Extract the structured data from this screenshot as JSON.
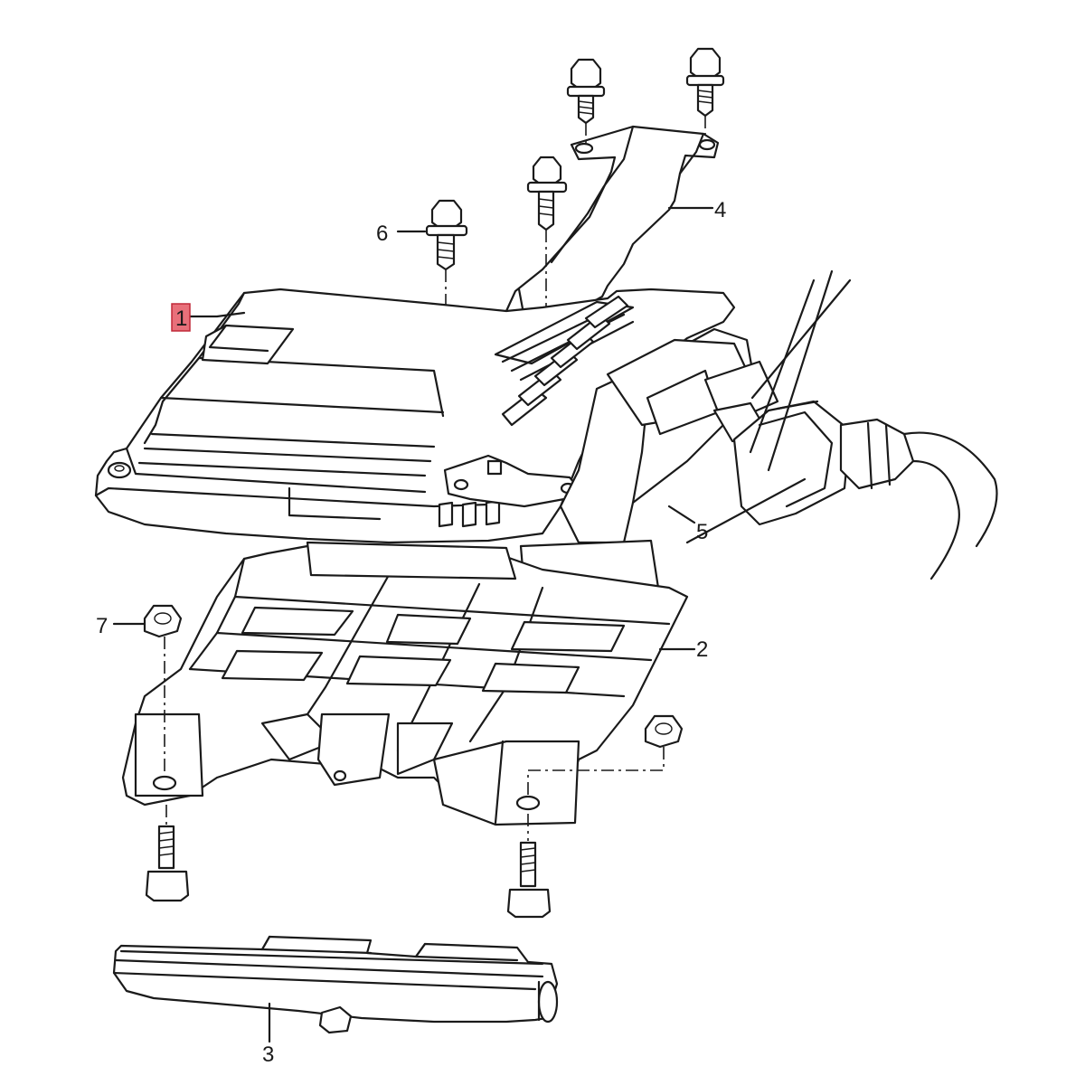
{
  "callouts": [
    {
      "id": "1",
      "text": "1",
      "highlighted": true
    },
    {
      "id": "2",
      "text": "2"
    },
    {
      "id": "3",
      "text": "3"
    },
    {
      "id": "4",
      "text": "4"
    },
    {
      "id": "5",
      "text": "5"
    },
    {
      "id": "6",
      "text": "6"
    },
    {
      "id": "7",
      "text": "7"
    }
  ],
  "colors": {
    "line": "#1a1a1a",
    "highlight": "#e8707a",
    "highlight_border": "#c02838",
    "background": "#ffffff"
  }
}
